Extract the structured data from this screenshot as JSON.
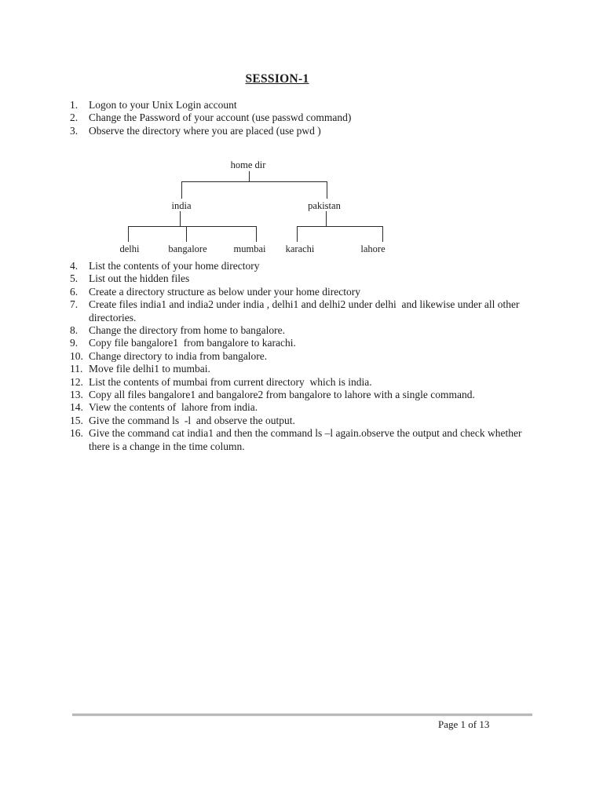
{
  "title": "SESSION-1",
  "instructions": [
    {
      "num": "1.",
      "text": "Logon to your Unix Login account"
    },
    {
      "num": "2.",
      "text": "Change the Password of your account (use passwd command)"
    },
    {
      "num": "3.",
      "text": "Observe the directory where you are placed (use pwd )"
    },
    {
      "num": "4.",
      "text": "List the contents of your home directory"
    },
    {
      "num": "5.",
      "text": "List out the hidden files"
    },
    {
      "num": "6.",
      "text": "Create a directory structure as below under your home directory"
    },
    {
      "num": "7.",
      "text": "Create files india1 and india2 under india , delhi1 and delhi2 under delhi  and likewise under all other directories."
    },
    {
      "num": "8.",
      "text": "Change the directory from home to bangalore."
    },
    {
      "num": "9.",
      "text": "Copy file bangalore1  from bangalore to karachi."
    },
    {
      "num": "10.",
      "text": "Change directory to india from bangalore."
    },
    {
      "num": "11.",
      "text": "Move file delhi1 to mumbai."
    },
    {
      "num": "12.",
      "text": "List the contents of mumbai from current directory  which is india."
    },
    {
      "num": "13.",
      "text": "Copy all files bangalore1 and bangalore2 from bangalore to lahore with a single command."
    },
    {
      "num": "14.",
      "text": "View the contents of  lahore from india."
    },
    {
      "num": "15.",
      "text": "Give the command ls  -l  and observe the output."
    },
    {
      "num": "16.",
      "text": "Give the command cat india1 and then the command ls –l again.observe the output and check whether there is a change in the time column."
    }
  ],
  "diagram": {
    "root": "home dir",
    "level1": [
      "india",
      "pakistan"
    ],
    "india_children": [
      "delhi",
      "bangalore",
      "mumbai"
    ],
    "pakistan_children": [
      "karachi",
      "lahore"
    ]
  },
  "footer": {
    "page_label": "Page 1 of 13"
  }
}
